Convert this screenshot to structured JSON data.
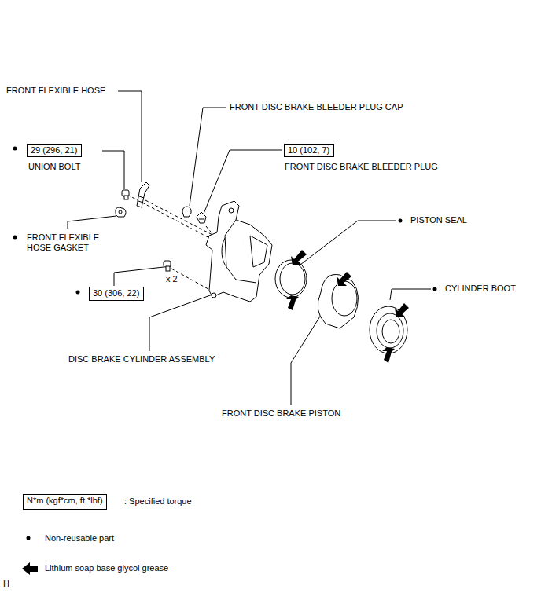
{
  "diagram": {
    "nodes": [
      {
        "text": [
          "29 (296, 21)"
        ]
      },
      {
        "text": [
          "10 (102, 7)"
        ]
      },
      {
        "text": [
          "30 (306, 22)"
        ]
      },
      {
        "text": [
          "N*m (kgf*cm, ft.*lbf)"
        ]
      }
    ],
    "labels": [
      "FRONT FLEXIBLE HOSE",
      "FRONT DISC BRAKE BLEEDER PLUG CAP",
      "UNION BOLT",
      "FRONT DISC BRAKE BLEEDER PLUG",
      "PISTON SEAL",
      "FRONT FLEXIBLE HOSE GASKET",
      "x 2",
      "CYLINDER BOOT",
      "DISC BRAKE CYLINDER ASSEMBLY",
      "FRONT DISC BRAKE PISTON",
      "H"
    ],
    "legend": [
      {
        "text": ": Specified torque"
      },
      {
        "text": "Non-reusable part"
      },
      {
        "text": "Lithium soap base glycol grease"
      }
    ]
  }
}
